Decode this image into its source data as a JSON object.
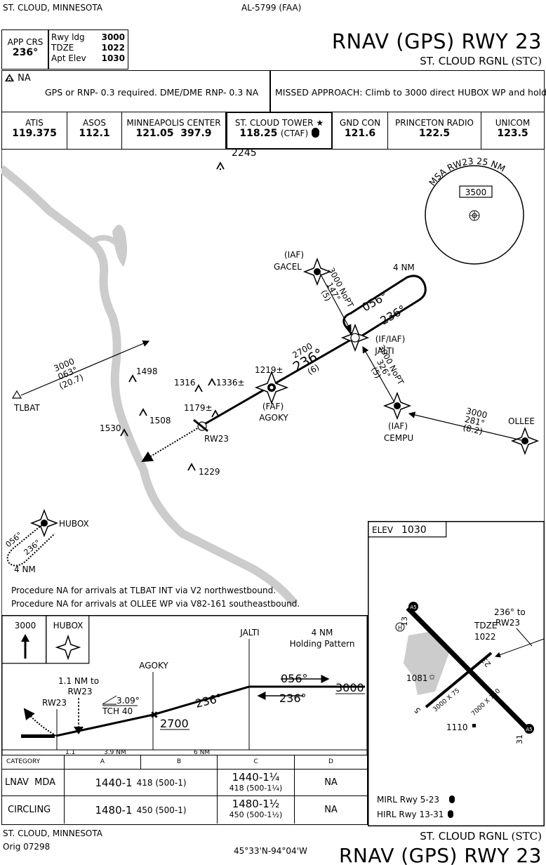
{
  "header": {
    "city_state": "ST. CLOUD, MINNESOTA",
    "chart_id": "AL-5799 (FAA)",
    "title": "RNAV (GPS) RWY 23",
    "airport": "ST. CLOUD RGNL",
    "airport_id": "(STC)"
  },
  "app_crs": {
    "label": "APP CRS",
    "value": "236°"
  },
  "rwy_info": {
    "rwy_ldg_label": "Rwy ldg",
    "rwy_ldg": "3000",
    "tdze_label": "TDZE",
    "tdze": "1022",
    "apt_elev_label": "Apt Elev",
    "apt_elev": "1030"
  },
  "notes": {
    "na_label": "NA",
    "gps_note": "GPS or RNP- 0.3 required.  DME/DME RNP- 0.3 NA",
    "missed_approach": "MISSED APPROACH: Climb to 3000 direct HUBOX WP and hold."
  },
  "comms": [
    {
      "name": "ATIS",
      "freq": "119.375",
      "extra": ""
    },
    {
      "name": "ASOS",
      "freq": "112.1",
      "extra": ""
    },
    {
      "name": "MINNEAPOLIS CENTER",
      "freq": "121.05  397.9",
      "extra": ""
    },
    {
      "name": "ST. CLOUD TOWER",
      "freq": "118.25",
      "extra": "(CTAF)"
    },
    {
      "name": "GND CON",
      "freq": "121.6",
      "extra": ""
    },
    {
      "name": "PRINCETON RADIO",
      "freq": "122.5",
      "extra": ""
    },
    {
      "name": "UNICOM",
      "freq": "123.5",
      "extra": ""
    }
  ],
  "plan": {
    "obstacles": [
      "2245",
      "1498",
      "1316",
      "1336±",
      "1219±",
      "1179±",
      "1508",
      "1530",
      "1229"
    ],
    "msa": {
      "label": "MSA RW23 25 NM",
      "alt": "3500"
    },
    "fixes": {
      "gacel": "GACEL",
      "gacel_type": "(IAF)",
      "jalti": "JALTI",
      "jalti_type": "(IF/IAF)",
      "agoky": "AGOKY",
      "agoky_type": "(FAF)",
      "cempu": "CEMPU",
      "cempu_type": "(IAF)",
      "ollee": "OLLEE",
      "tlbat": "TLBAT",
      "hubox": "HUBOX",
      "rw23": "RW23"
    },
    "gacel_leg": {
      "alt": "3000 NoPT",
      "crs": "147°",
      "dist": "(5)"
    },
    "cempu_leg": {
      "alt": "3000 NoPT",
      "crs": "326°",
      "dist": "(5)"
    },
    "ollee_leg": {
      "alt": "3000",
      "crs": "281°",
      "dist": "(8.2)"
    },
    "tlbat_leg": {
      "alt": "3000",
      "crs": "063°",
      "dist": "(20.7)"
    },
    "final_leg": {
      "alt": "2700",
      "crs": "236°",
      "dist": "(6)"
    },
    "hold": {
      "out": "056°",
      "in": "236°",
      "len": "4 NM"
    },
    "hubox_hold": {
      "out": "056°",
      "in": "236°",
      "len": "4 NM"
    },
    "na_notes": [
      "Procedure NA for arrivals at TLBAT INT via V2 northwestbound.",
      "Procedure NA for arrivals at OLLEE WP via V82-161 southeastbound."
    ]
  },
  "airport_diagram": {
    "elev_label": "ELEV",
    "elev": "1030",
    "tdze_label": "TDZE",
    "tdze": "1022",
    "to_rw23": "236° to",
    "to_rw23_2": "RW23",
    "rwy_13_31": "7000 X 150",
    "rwy_5_23": "3000 X 75",
    "obst1": "1081",
    "obst2": "1110",
    "rwy_labels": [
      "13",
      "31",
      "5",
      "23"
    ],
    "lighting": [
      "MIRL Rwy 5-23",
      "HIRL Rwy 13-31"
    ]
  },
  "profile": {
    "missed_alt": "3000",
    "hubox": "HUBOX",
    "jalti": "JALTI",
    "agoky": "AGOKY",
    "rw23": "RW23",
    "hold_label": "4 NM",
    "hold_label2": "Holding Pattern",
    "out_crs": "056°",
    "in_crs": "236°",
    "alt_3000": "3000",
    "final_crs": "236°",
    "faf_alt": "2700",
    "gs": "3.09°",
    "tch": "TCH 40",
    "vdp_dist": "1.1 NM to",
    "vdp_label": "RW23",
    "dist1": "1.1",
    "dist2": "3.9 NM",
    "dist3": "6 NM"
  },
  "minima": {
    "headers": [
      "CATEGORY",
      "A",
      "B",
      "C",
      "D"
    ],
    "rows": [
      {
        "label": "LNAV  MDA",
        "ab_main": "1440-1",
        "ab_sub": "418 (500-1)",
        "c_main": "1440-1¼",
        "c_sub": "418 (500-1¼)",
        "d": "NA"
      },
      {
        "label": "CIRCLING",
        "ab_main": "1480-1",
        "ab_sub": "450 (500-1)",
        "c_main": "1480-1½",
        "c_sub": "450 (500-1½)",
        "d": "NA"
      }
    ]
  },
  "footer": {
    "city_state": "ST. CLOUD, MINNESOTA",
    "orig": "Orig 07298",
    "coords": "45°33'N-94°04'W",
    "airport": "ST. CLOUD RGNL",
    "airport_id": "(STC)",
    "title": "RNAV (GPS) RWY 23"
  }
}
